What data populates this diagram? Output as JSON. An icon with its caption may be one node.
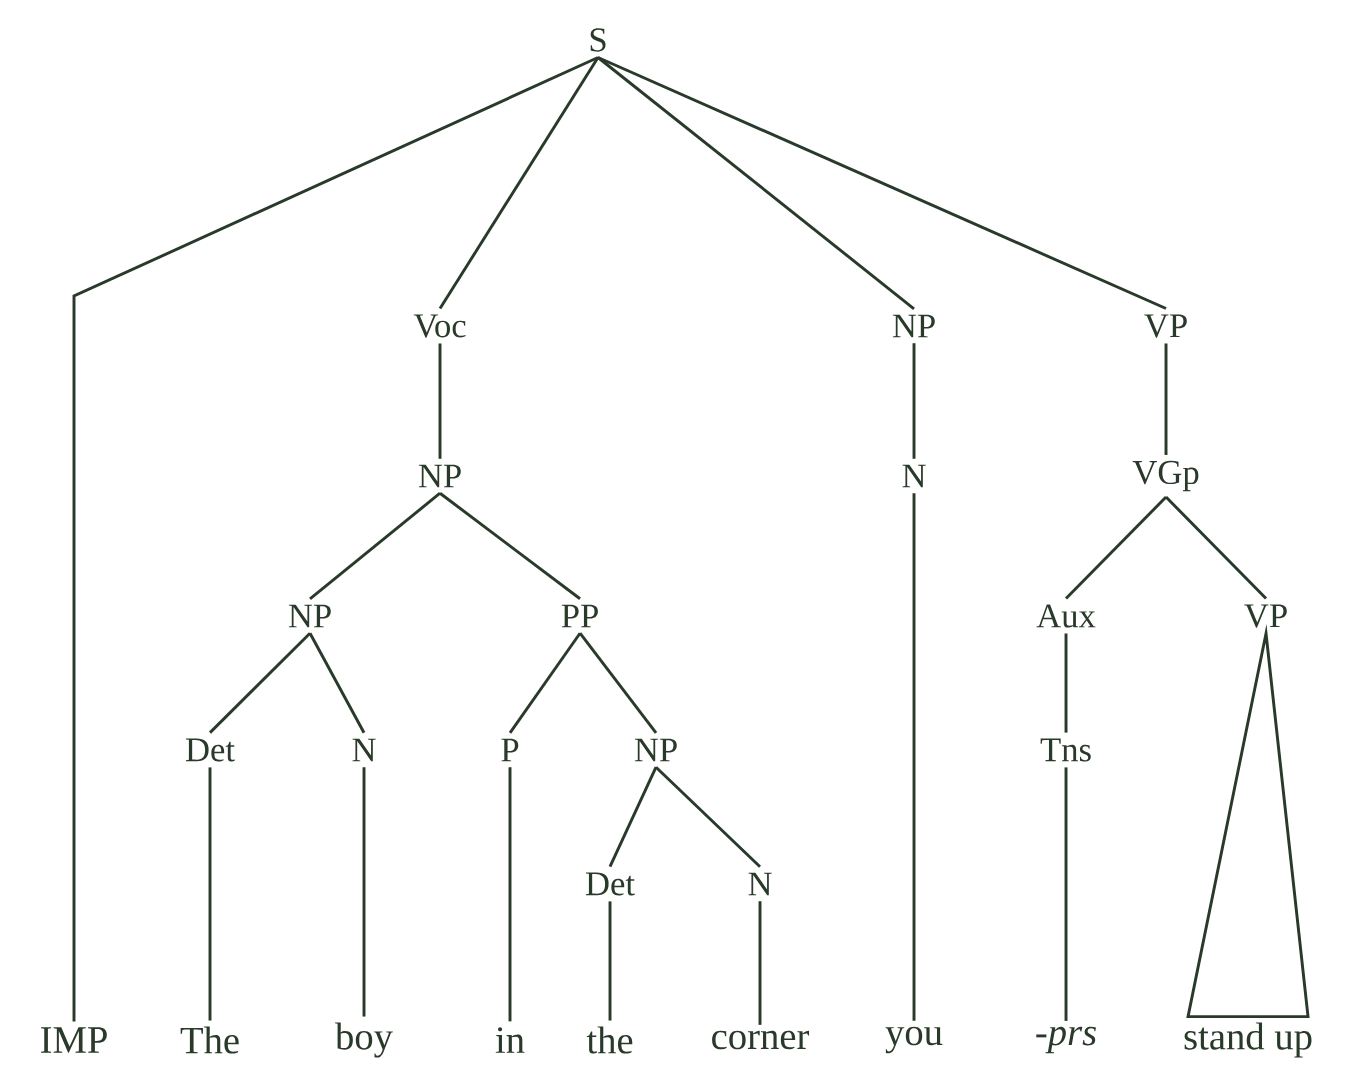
{
  "diagram": {
    "nodes": [
      {
        "text": [
          "S"
        ]
      },
      {
        "text": [
          "Voc"
        ]
      },
      {
        "text": [
          "NP"
        ]
      },
      {
        "text": [
          "VP"
        ]
      },
      {
        "text": [
          "NP"
        ]
      },
      {
        "text": [
          "N"
        ]
      },
      {
        "text": [
          "VGp"
        ]
      },
      {
        "text": [
          "NP"
        ]
      },
      {
        "text": [
          "PP"
        ]
      },
      {
        "text": [
          "Aux"
        ]
      },
      {
        "text": [
          "VP"
        ]
      },
      {
        "text": [
          "Det"
        ]
      },
      {
        "text": [
          "N"
        ]
      },
      {
        "text": [
          "P"
        ]
      },
      {
        "text": [
          "NP"
        ]
      },
      {
        "text": [
          "Tns"
        ]
      },
      {
        "text": [
          "Det"
        ]
      },
      {
        "text": [
          "N"
        ]
      },
      {
        "text": [
          "IMP"
        ]
      },
      {
        "text": [
          "The"
        ]
      },
      {
        "text": [
          "boy"
        ]
      },
      {
        "text": [
          "in"
        ]
      },
      {
        "text": [
          "the"
        ]
      },
      {
        "text": [
          "corner"
        ]
      },
      {
        "text": [
          "you"
        ]
      },
      {
        "text": [
          "-prs"
        ]
      },
      {
        "text": [
          "stand up"
        ]
      }
    ],
    "edges": [
      {
        "from": 0,
        "to": 18,
        "arrow": "none"
      },
      {
        "from": 0,
        "to": 1,
        "arrow": "none"
      },
      {
        "from": 0,
        "to": 2,
        "arrow": "none"
      },
      {
        "from": 0,
        "to": 3,
        "arrow": "none"
      },
      {
        "from": 1,
        "to": 4,
        "arrow": "none"
      },
      {
        "from": 2,
        "to": 5,
        "arrow": "none"
      },
      {
        "from": 3,
        "to": 6,
        "arrow": "none"
      },
      {
        "from": 4,
        "to": 7,
        "arrow": "none"
      },
      {
        "from": 4,
        "to": 8,
        "arrow": "none"
      },
      {
        "from": 6,
        "to": 9,
        "arrow": "none"
      },
      {
        "from": 6,
        "to": 10,
        "arrow": "none"
      },
      {
        "from": 7,
        "to": 11,
        "arrow": "none"
      },
      {
        "from": 7,
        "to": 12,
        "arrow": "none"
      },
      {
        "from": 8,
        "to": 13,
        "arrow": "none"
      },
      {
        "from": 8,
        "to": 14,
        "arrow": "none"
      },
      {
        "from": 9,
        "to": 15,
        "arrow": "none"
      },
      {
        "from": 14,
        "to": 16,
        "arrow": "none"
      },
      {
        "from": 14,
        "to": 17,
        "arrow": "none"
      },
      {
        "from": 11,
        "to": 19,
        "arrow": "none"
      },
      {
        "from": 12,
        "to": 20,
        "arrow": "none"
      },
      {
        "from": 13,
        "to": 21,
        "arrow": "none"
      },
      {
        "from": 16,
        "to": 22,
        "arrow": "none"
      },
      {
        "from": 17,
        "to": 23,
        "arrow": "none"
      },
      {
        "from": 5,
        "to": 24,
        "arrow": "none"
      },
      {
        "from": 15,
        "to": 25,
        "arrow": "none"
      },
      {
        "from": 10,
        "to": 26,
        "arrow": "none"
      }
    ]
  }
}
